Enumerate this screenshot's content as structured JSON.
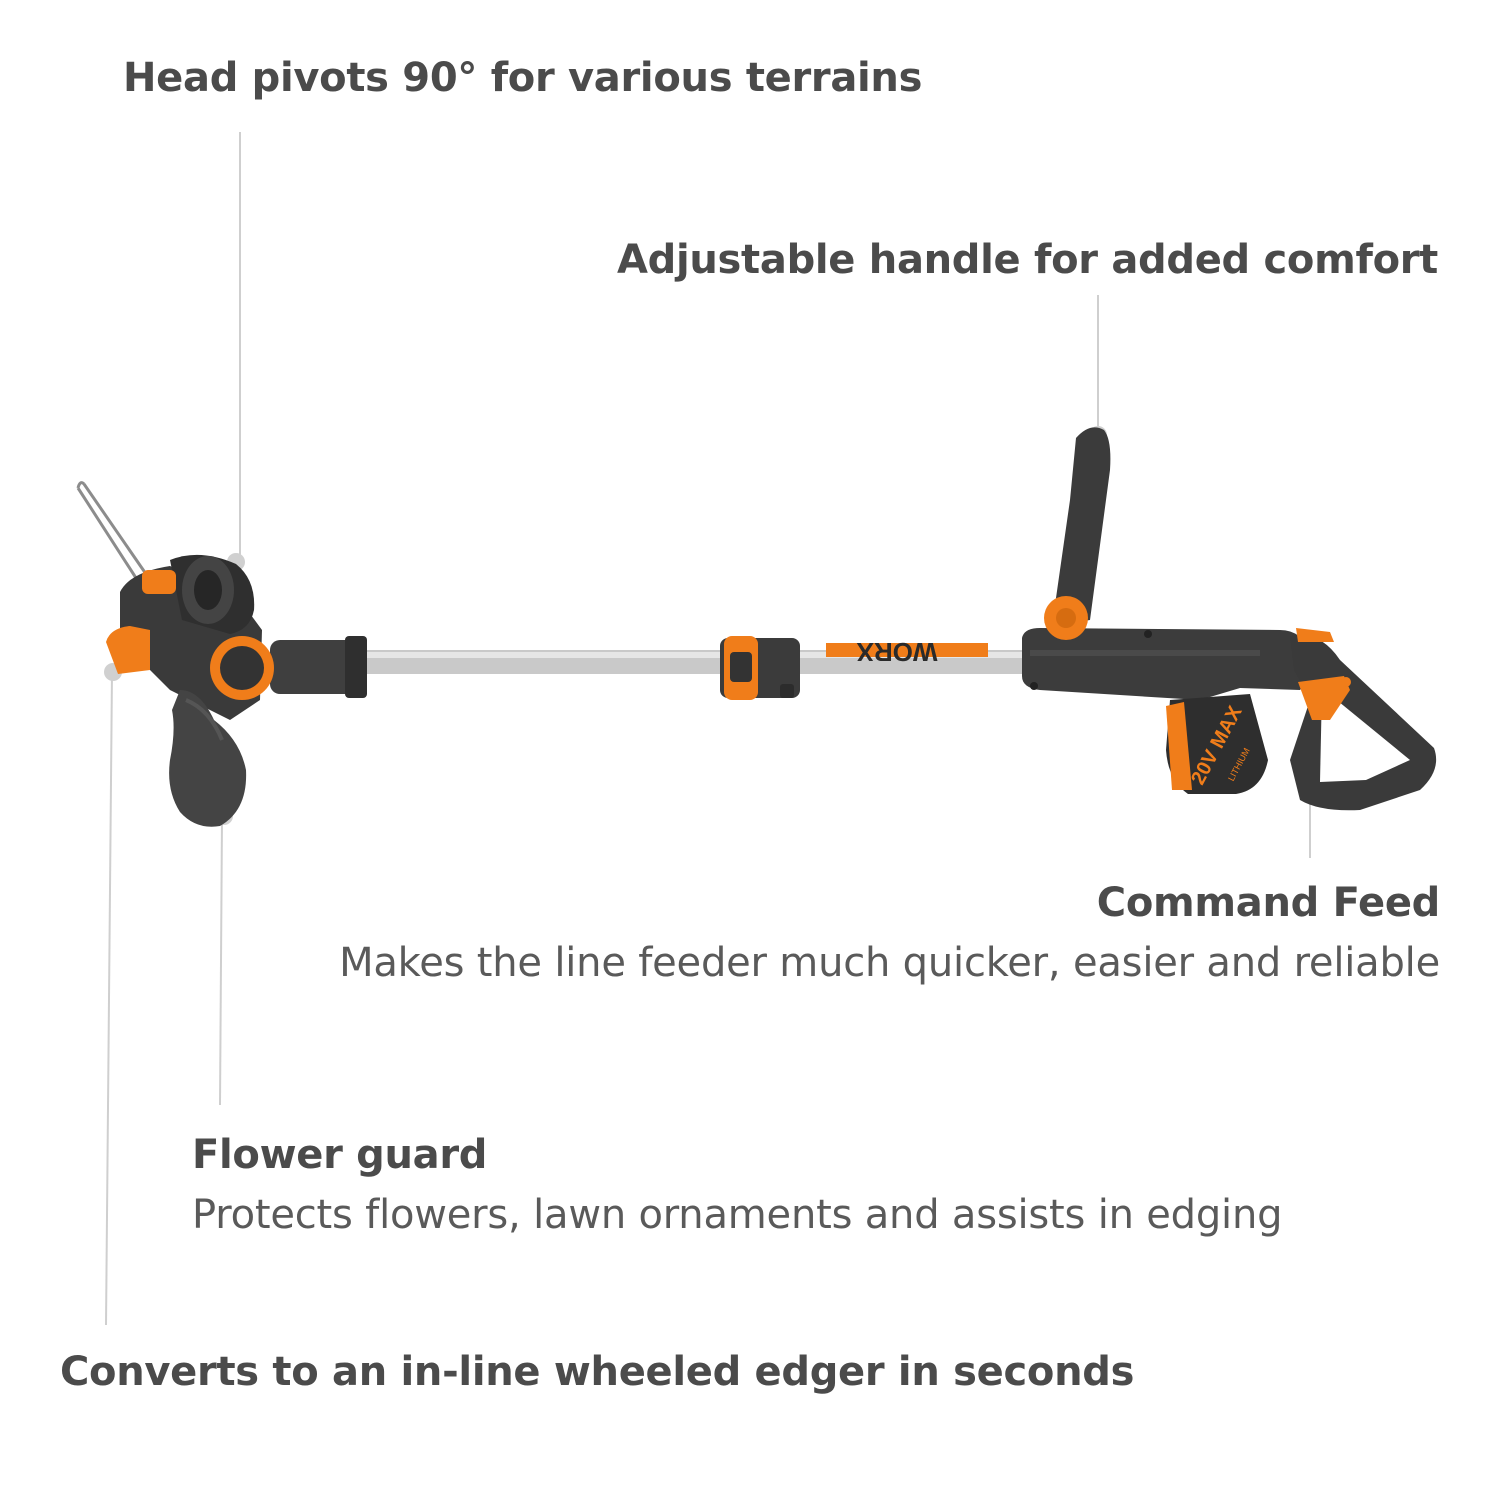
{
  "callouts": {
    "head_pivot": {
      "title": "Head pivots 90° for various terrains"
    },
    "handle": {
      "title": "Adjustable handle for added comfort"
    },
    "command_feed": {
      "title": "Command Feed",
      "description": "Makes the line feeder much quicker, easier and reliable"
    },
    "flower_guard": {
      "title": "Flower guard",
      "description": "Protects flowers, lawn ornaments and assists in edging"
    },
    "edger": {
      "title": "Converts to an in-line wheeled edger in seconds"
    }
  },
  "product": {
    "brand_logo": "WORX",
    "battery_label": "20V MAX",
    "battery_sublabel": "LITHIUM"
  },
  "colors": {
    "accent": "#f07d1a",
    "body": "#3b3b3b",
    "shaft": "#c9c9c9",
    "leader_line": "#c8c8c8",
    "text": "#4b4b4b"
  }
}
